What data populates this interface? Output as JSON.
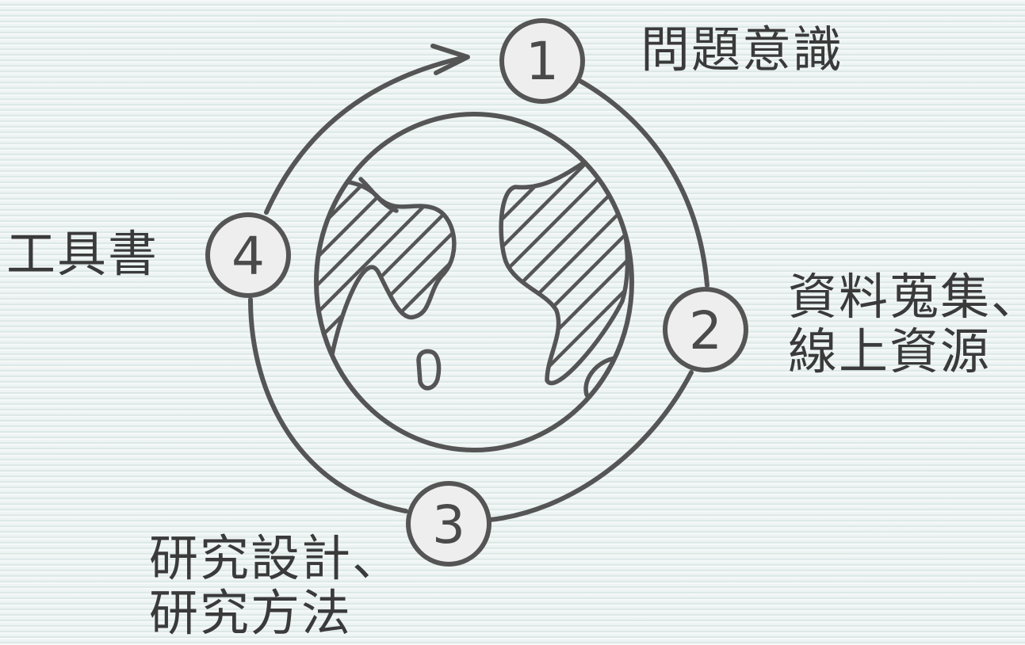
{
  "colors": {
    "background": "#e9f1ef",
    "stroke": "#555555",
    "node_fill": "#eeeeee",
    "text": "#3a3a3a"
  },
  "icons": {
    "center": "globe-icon",
    "cycle": "cycle-arrow-icon"
  },
  "steps": [
    {
      "number": "1",
      "label_lines": [
        "問題意識"
      ]
    },
    {
      "number": "2",
      "label_lines": [
        "資料蒐集、",
        "線上資源"
      ]
    },
    {
      "number": "3",
      "label_lines": [
        "研究設計、",
        "研究方法"
      ]
    },
    {
      "number": "4",
      "label_lines": [
        "工具書"
      ]
    }
  ]
}
